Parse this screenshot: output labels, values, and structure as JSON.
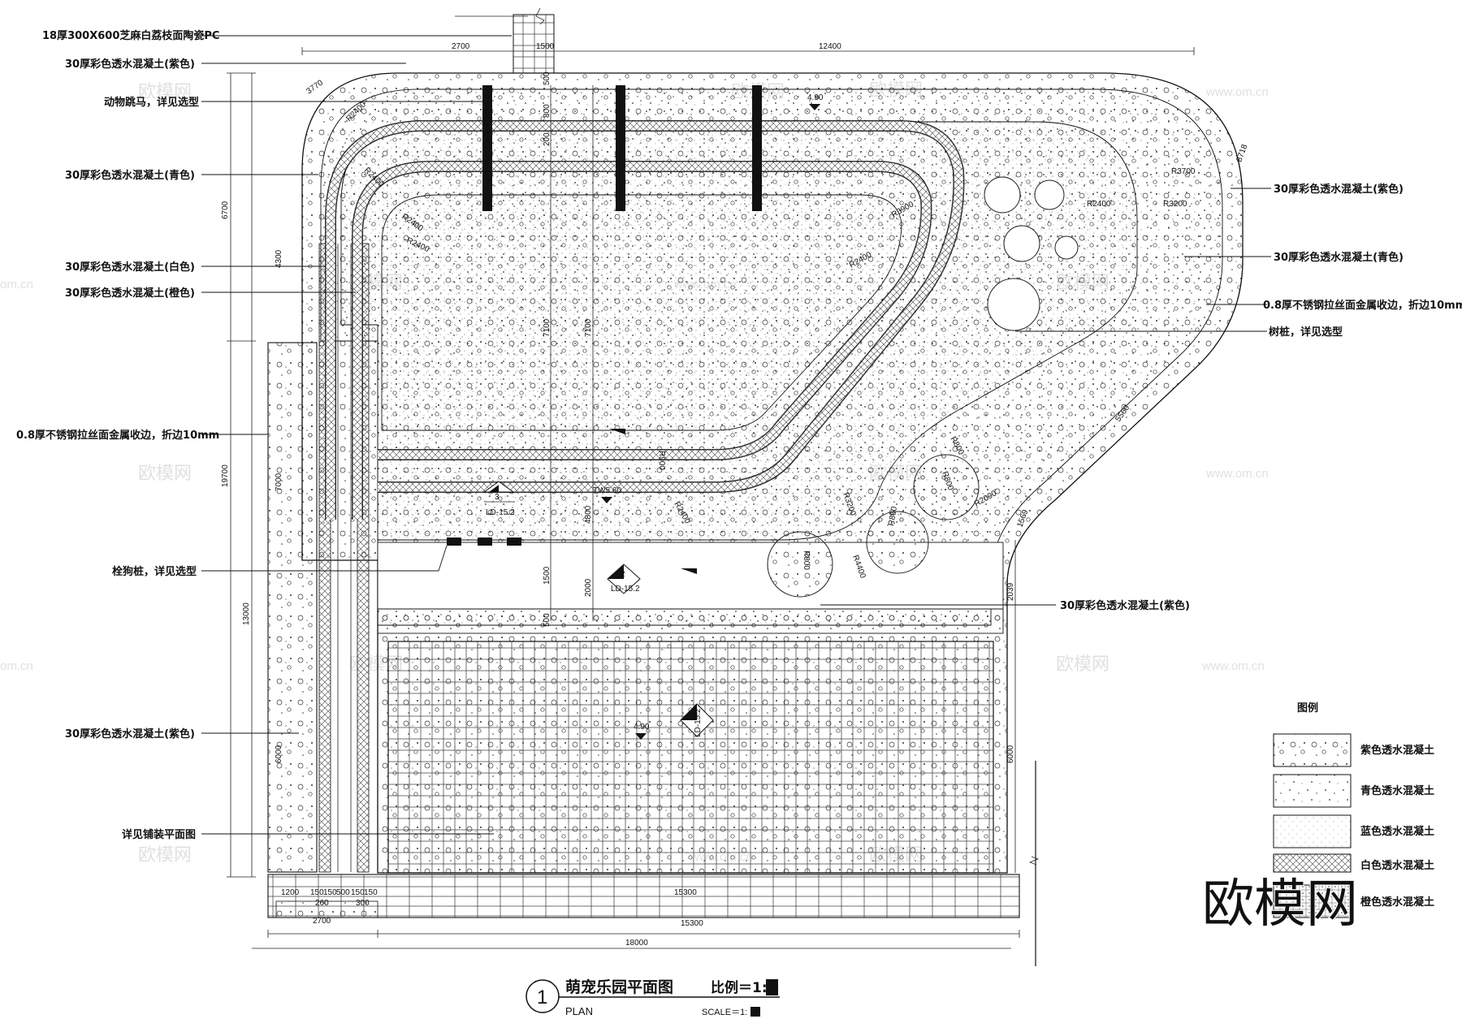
{
  "labels_left": [
    "18厚300X600芝麻白荔枝面陶瓷PC",
    "30厚彩色透水混凝土(紫色)",
    "动物跳马，详见选型",
    "30厚彩色透水混凝土(青色)",
    "30厚彩色透水混凝土(白色)",
    "30厚彩色透水混凝土(橙色)",
    "0.8厚不锈钢拉丝面金属收边，折边10mm",
    "栓狗桩，详见选型",
    "30厚彩色透水混凝土(紫色)",
    "详见铺装平面图"
  ],
  "labels_right": [
    "30厚彩色透水混凝土(紫色)",
    "30厚彩色透水混凝土(青色)",
    "0.8厚不锈钢拉丝面金属收边，折边10mm",
    "树桩，详见选型",
    "30厚彩色透水混凝土(紫色)"
  ],
  "dims_top": [
    "2700",
    "1500",
    "12400"
  ],
  "dims_left_outer": [
    "6700",
    "19700",
    "13000"
  ],
  "dims_left_inner": [
    "4300",
    "7000",
    "6000"
  ],
  "dims_center_vertical": [
    "7100",
    "7100",
    "1500",
    "2000",
    "500",
    "500",
    "800",
    "200",
    "4800"
  ],
  "dims_bottom": [
    "1200",
    "150",
    "150",
    "500",
    "150",
    "150",
    "260",
    "300",
    "2700",
    "15300",
    "15300",
    "18000"
  ],
  "dims_right": [
    "6000",
    "2039",
    "1569",
    "5560",
    "8718"
  ],
  "radii": [
    "R2400",
    "R2400",
    "R2400",
    "R2400",
    "R3900",
    "R2400",
    "R3700",
    "R3200",
    "R2400",
    "R900",
    "R2400",
    "R3200",
    "R800",
    "R4400",
    "R860",
    "R800",
    "R2000",
    "R800"
  ],
  "elevations": [
    "4.90",
    "4.90",
    "TW5.60"
  ],
  "section_markers": [
    {
      "num": "3",
      "ref": "LD-15.2"
    },
    {
      "num": "2",
      "ref": "LD-15.2"
    },
    {
      "num": "4",
      "ref": "LD-15.2"
    }
  ],
  "misc_dim_3770": "3770",
  "legend": {
    "title": "图例",
    "items": [
      {
        "label": "紫色透水混凝土"
      },
      {
        "label": "青色透水混凝土"
      },
      {
        "label": "蓝色透水混凝土"
      },
      {
        "label": "白色透水混凝土"
      },
      {
        "label": "橙色透水混凝土"
      }
    ]
  },
  "title_block": {
    "number": "1",
    "title": "萌宠乐园平面图",
    "scale_label": "比例＝1:",
    "plan": "PLAN",
    "scale_en": "SCALE＝1:"
  },
  "watermark_text": "欧模网",
  "watermark_url": "www.om.cn",
  "watermark_url_short": "om.cn",
  "brand_logo": "欧模网"
}
